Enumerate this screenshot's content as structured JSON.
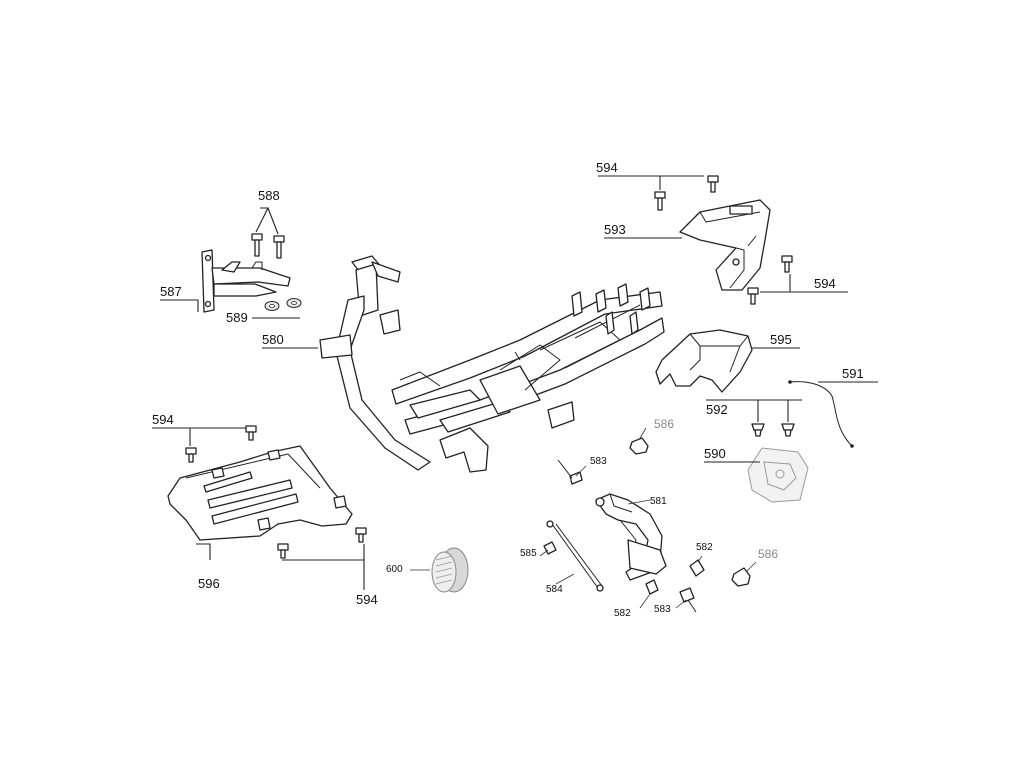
{
  "callouts": {
    "c594_tr": "594",
    "c593": "593",
    "c594_r": "594",
    "c588": "588",
    "c587": "587",
    "c589": "589",
    "c580": "580",
    "c595": "595",
    "c591": "591",
    "c592": "592",
    "c594_l": "594",
    "c586_a": "586",
    "c583_a": "583",
    "c590": "590",
    "c581": "581",
    "c585": "585",
    "c582_a": "582",
    "c586_b": "586",
    "c600": "600",
    "c584": "584",
    "c582_b": "582",
    "c583_b": "583",
    "c596": "596",
    "c594_b": "594"
  }
}
